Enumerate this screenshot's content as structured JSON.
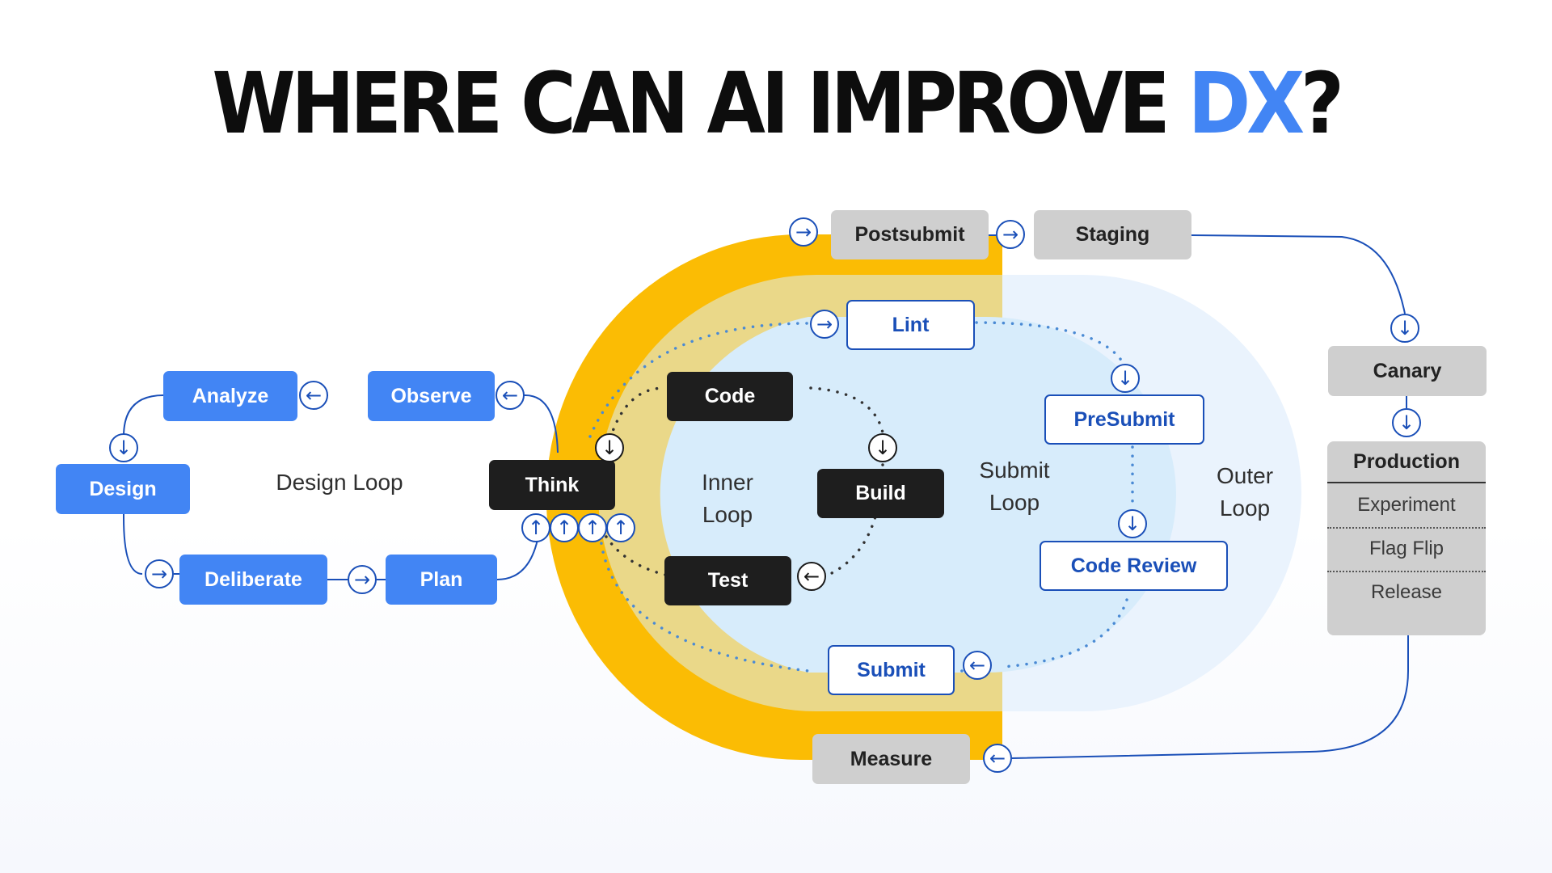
{
  "title": {
    "main": "WHERE CAN AI IMPROVE ",
    "accent": "DX",
    "suffix": "?"
  },
  "colors": {
    "accent_blue": "#4285f4",
    "dark_node": "#1e1e1e",
    "gray_node": "#cfcfcf",
    "outline_blue": "#1a4fb8",
    "outer_orange": "#fbbc04",
    "mid_tan": "#ead889",
    "inner_light_blue": "#d7ecfb"
  },
  "design_loop": {
    "label": "Design Loop",
    "nodes": {
      "analyze": "Analyze",
      "observe": "Observe",
      "design": "Design",
      "deliberate": "Deliberate",
      "plan": "Plan"
    }
  },
  "inner_loop": {
    "label_line1": "Inner",
    "label_line2": "Loop",
    "nodes": {
      "think": "Think",
      "code": "Code",
      "build": "Build",
      "test": "Test"
    }
  },
  "submit_loop": {
    "label_line1": "Submit",
    "label_line2": "Loop",
    "nodes": {
      "lint": "Lint",
      "presubmit": "PreSubmit",
      "code_review": "Code Review",
      "submit": "Submit"
    }
  },
  "outer_loop": {
    "label_line1": "Outer",
    "label_line2": "Loop",
    "nodes": {
      "postsubmit": "Postsubmit",
      "staging": "Staging",
      "canary": "Canary",
      "measure": "Measure"
    }
  },
  "production": {
    "title": "Production",
    "items": [
      "Experiment",
      "Flag Flip",
      "Release"
    ]
  },
  "icons": {
    "arrow_right": "→",
    "arrow_left": "←",
    "arrow_down": "↓",
    "arrow_up": "↑"
  }
}
